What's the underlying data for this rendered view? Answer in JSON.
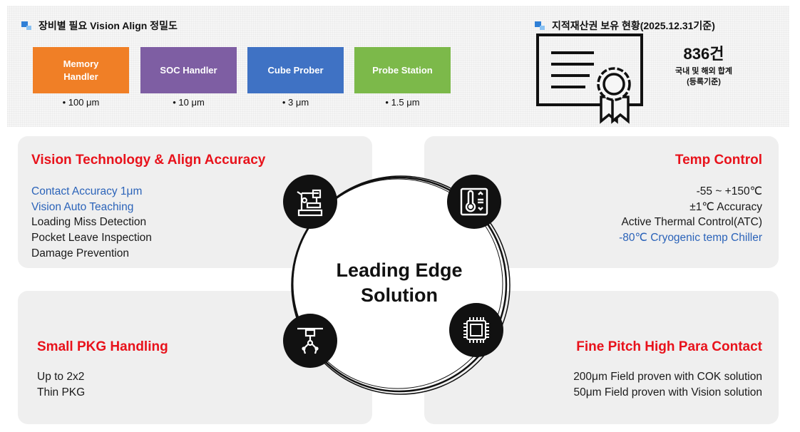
{
  "precision": {
    "title": "장비별 필요 Vision Align 정밀도",
    "items": [
      {
        "name": "Memory Handler",
        "spec": "• 100 μm",
        "color": "#f07f26"
      },
      {
        "name": "SOC Handler",
        "spec": "• 10 μm",
        "color": "#7e5ea3"
      },
      {
        "name": "Cube Prober",
        "spec": "• 3 μm",
        "color": "#3f72c4"
      },
      {
        "name": "Probe Station",
        "spec": "• 1.5 μm",
        "color": "#7cb94a"
      }
    ]
  },
  "ip": {
    "title": "지적재산권 보유 현황(2025.12.31기준)",
    "count": "836건",
    "desc1": "국내 및 해외 합계",
    "desc2": "(등록기준)",
    "icon": "certificate-icon"
  },
  "center": {
    "line1": "Leading Edge",
    "line2": "Solution"
  },
  "quadrants": {
    "vision": {
      "title": "Vision Technology & Align Accuracy",
      "icon": "microscope-icon",
      "lines": [
        {
          "text": "Contact Accuracy 1μm",
          "highlight": true
        },
        {
          "text": "Vision Auto Teaching",
          "highlight": true
        },
        {
          "text": "Loading Miss Detection",
          "highlight": false
        },
        {
          "text": "Pocket Leave Inspection",
          "highlight": false
        },
        {
          "text": "Damage Prevention",
          "highlight": false
        }
      ]
    },
    "temp": {
      "title": "Temp Control",
      "icon": "thermometer-icon",
      "lines": [
        {
          "text": "-55 ~ +150℃",
          "highlight": false
        },
        {
          "text": "±1℃ Accuracy",
          "highlight": false
        },
        {
          "text": "Active Thermal Control(ATC)",
          "highlight": false
        },
        {
          "text": "-80℃ Cryogenic temp Chiller",
          "highlight": true
        }
      ]
    },
    "small_pkg": {
      "title": "Small PKG Handling",
      "icon": "gripper-icon",
      "lines": [
        {
          "text": "Up to 2x2",
          "highlight": false
        },
        {
          "text": "Thin PKG",
          "highlight": false
        }
      ]
    },
    "fine_pitch": {
      "title": "Fine Pitch High Para Contact",
      "icon": "chip-icon",
      "lines": [
        {
          "text": "200μm Field proven with COK solution",
          "highlight": false
        },
        {
          "text": "50μm Field proven with Vision solution",
          "highlight": false
        }
      ]
    }
  },
  "colors": {
    "accent_red": "#e8121b",
    "highlight_blue": "#2b63b9"
  }
}
